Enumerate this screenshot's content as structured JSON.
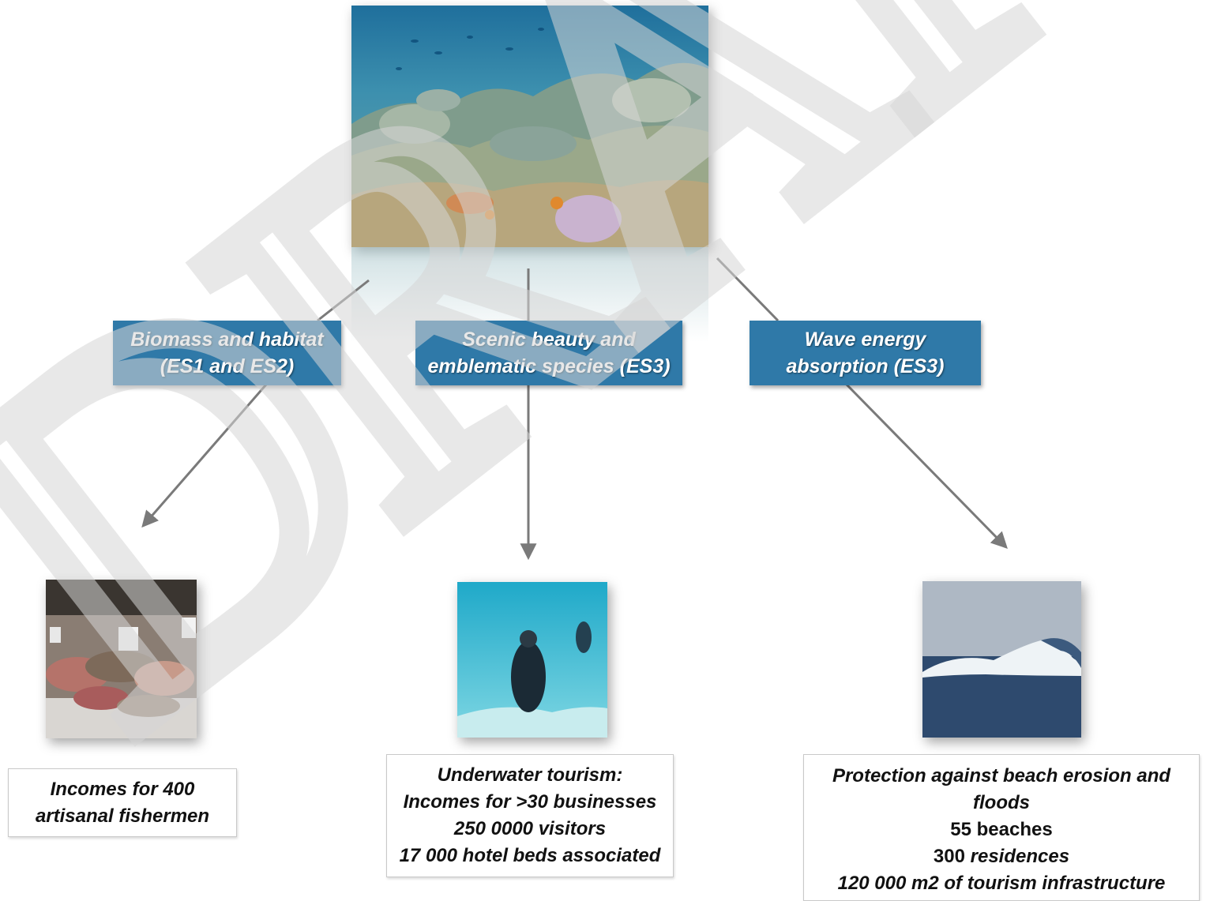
{
  "watermark": "DRAFT",
  "top_image": {
    "icon": "coral-reef-photo"
  },
  "services": [
    {
      "line1": "Biomass and habitat",
      "line2": "(ES1 and ES2)"
    },
    {
      "line1": "Scenic beauty and",
      "line2": "emblematic species (ES3)"
    },
    {
      "line1": "Wave energy",
      "line2": "absorption (ES3)"
    }
  ],
  "images": [
    {
      "icon": "fish-market-photo"
    },
    {
      "icon": "scuba-diver-photo"
    },
    {
      "icon": "ocean-wave-photo"
    }
  ],
  "benefits": {
    "fishery": {
      "line1": "Incomes for 400",
      "line2": "artisanal fishermen"
    },
    "tourism": {
      "line1": "Underwater tourism:",
      "line2": "Incomes for >30 businesses",
      "line3": "250 0000 visitors",
      "line4": "17 000 hotel beds associated"
    },
    "protection": {
      "line1": "Protection against beach erosion and",
      "line2": "floods",
      "line3": "55 beaches",
      "line4_num": "300",
      "line4_word": "residences",
      "line5": "120 000 m2 of tourism infrastructure"
    }
  },
  "colors": {
    "label_blue": "#2f79a8",
    "arrow_gray": "#7a7a7a",
    "watermark_gray": "#d6d6d6"
  }
}
